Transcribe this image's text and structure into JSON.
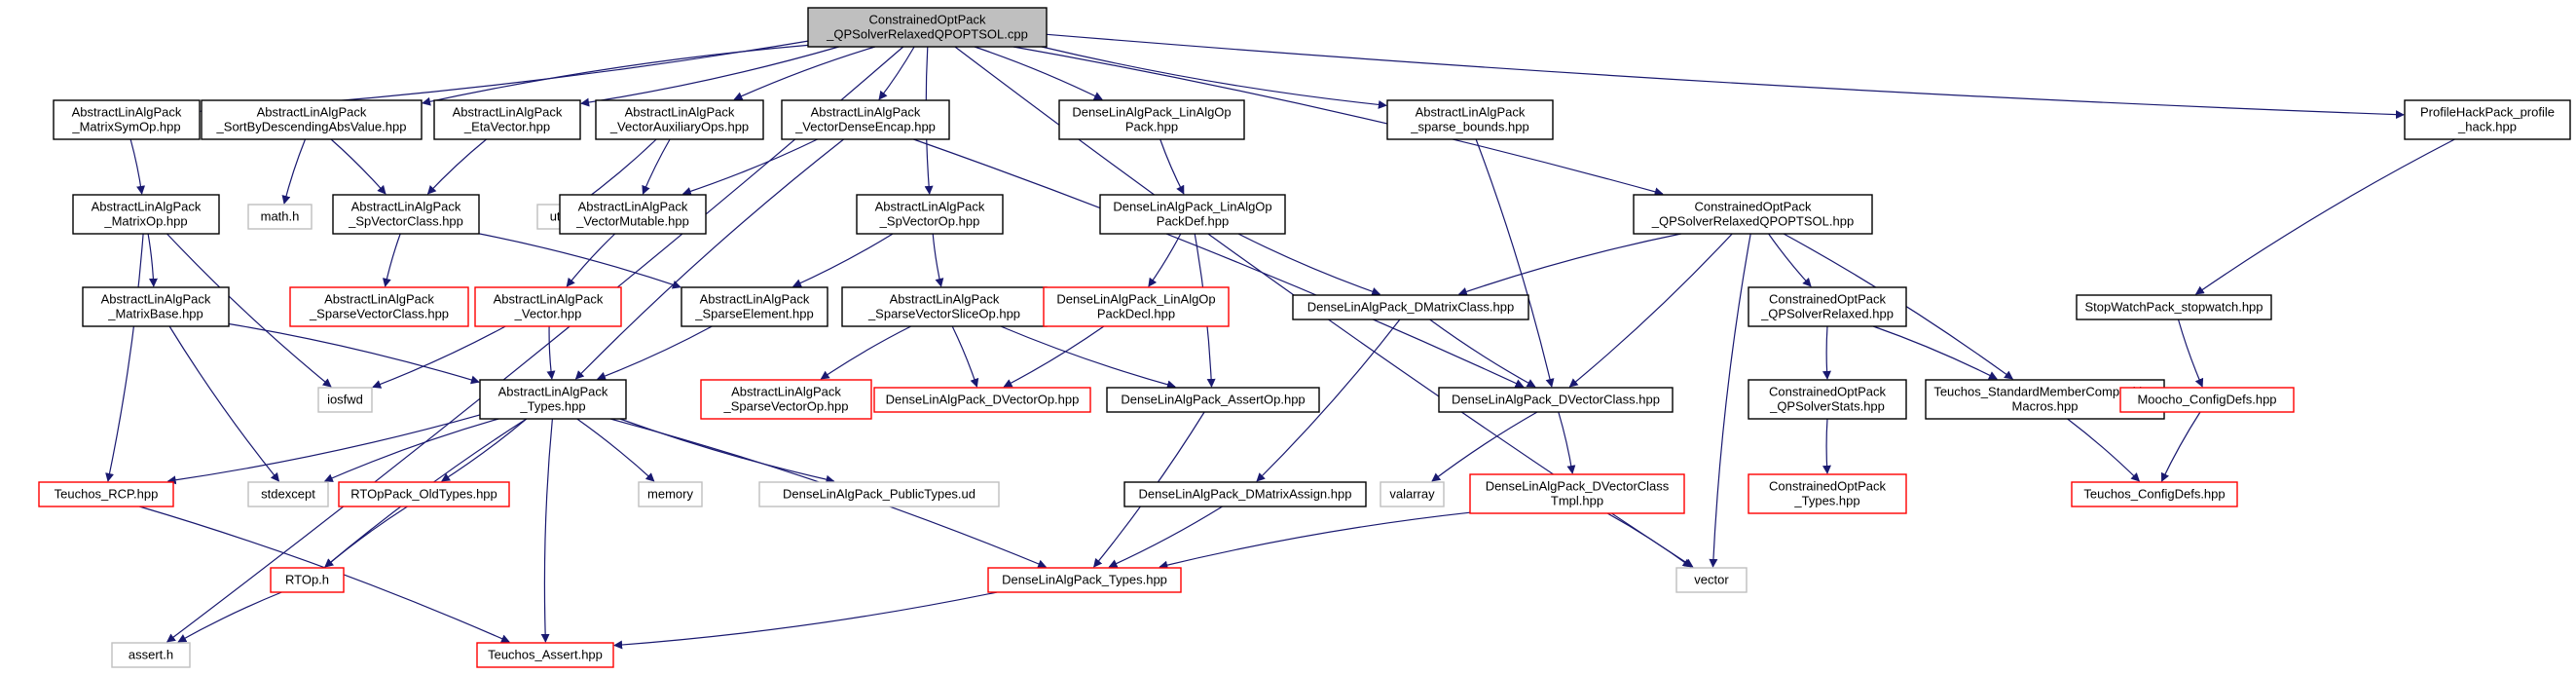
{
  "colors": {
    "edge": "#191970",
    "root_fill": "#bfbfbf",
    "root_border": "#000000",
    "normal_border": "#000000",
    "missing_border": "#ff0000",
    "system_border": "#bfbfbf"
  },
  "nodes": [
    {
      "id": "root",
      "kind": "root",
      "lines": [
        "ConstrainedOptPack",
        "_QPSolverRelaxedQPOPTSOL.cpp"
      ]
    },
    {
      "id": "matrixsymop",
      "kind": "normal",
      "lines": [
        "AbstractLinAlgPack",
        "_MatrixSymOp.hpp"
      ]
    },
    {
      "id": "sortbydesc",
      "kind": "normal",
      "lines": [
        "AbstractLinAlgPack",
        "_SortByDescendingAbsValue.hpp"
      ]
    },
    {
      "id": "etavector",
      "kind": "normal",
      "lines": [
        "AbstractLinAlgPack",
        "_EtaVector.hpp"
      ]
    },
    {
      "id": "vectorauxops",
      "kind": "normal",
      "lines": [
        "AbstractLinAlgPack",
        "_VectorAuxiliaryOps.hpp"
      ]
    },
    {
      "id": "vectordenseencap",
      "kind": "normal",
      "lines": [
        "AbstractLinAlgPack",
        "_VectorDenseEncap.hpp"
      ]
    },
    {
      "id": "denselinalgop",
      "kind": "normal",
      "lines": [
        "DenseLinAlgPack_LinAlgOp",
        "Pack.hpp"
      ]
    },
    {
      "id": "sparsebounds",
      "kind": "normal",
      "lines": [
        "AbstractLinAlgPack",
        "_sparse_bounds.hpp"
      ]
    },
    {
      "id": "profilehack",
      "kind": "normal",
      "lines": [
        "ProfileHackPack_profile",
        "_hack.hpp"
      ]
    },
    {
      "id": "matrixop",
      "kind": "normal",
      "lines": [
        "AbstractLinAlgPack",
        "_MatrixOp.hpp"
      ]
    },
    {
      "id": "mathh",
      "kind": "system",
      "lines": [
        "math.h"
      ]
    },
    {
      "id": "spvectorclass",
      "kind": "normal",
      "lines": [
        "AbstractLinAlgPack",
        "_SpVectorClass.hpp"
      ]
    },
    {
      "id": "utility",
      "kind": "system",
      "lines": [
        "utility"
      ]
    },
    {
      "id": "vectormutable",
      "kind": "normal",
      "lines": [
        "AbstractLinAlgPack",
        "_VectorMutable.hpp"
      ]
    },
    {
      "id": "spvectorop",
      "kind": "normal",
      "lines": [
        "AbstractLinAlgPack",
        "_SpVectorOp.hpp"
      ]
    },
    {
      "id": "linalgoppackdef",
      "kind": "normal",
      "lines": [
        "DenseLinAlgPack_LinAlgOp",
        "PackDef.hpp"
      ]
    },
    {
      "id": "qpsolverrelaxedqpoptsol",
      "kind": "normal",
      "lines": [
        "ConstrainedOptPack",
        "_QPSolverRelaxedQPOPTSOL.hpp"
      ]
    },
    {
      "id": "matrixbase",
      "kind": "normal",
      "lines": [
        "AbstractLinAlgPack",
        "_MatrixBase.hpp"
      ]
    },
    {
      "id": "sparsevectorclass",
      "kind": "missing",
      "lines": [
        "AbstractLinAlgPack",
        "_SparseVectorClass.hpp"
      ]
    },
    {
      "id": "vectorhpp",
      "kind": "missing",
      "lines": [
        "AbstractLinAlgPack",
        "_Vector.hpp"
      ]
    },
    {
      "id": "sparseelement",
      "kind": "normal",
      "lines": [
        "AbstractLinAlgPack",
        "_SparseElement.hpp"
      ]
    },
    {
      "id": "sparsevectorsliceop",
      "kind": "normal",
      "lines": [
        "AbstractLinAlgPack",
        "_SparseVectorSliceOp.hpp"
      ]
    },
    {
      "id": "linalgoppackdecl",
      "kind": "missing",
      "lines": [
        "DenseLinAlgPack_LinAlgOp",
        "PackDecl.hpp"
      ]
    },
    {
      "id": "dmatrixclass",
      "kind": "normal",
      "lines": [
        "DenseLinAlgPack_DMatrixClass.hpp"
      ]
    },
    {
      "id": "qpsolverrelaxed",
      "kind": "normal",
      "lines": [
        "ConstrainedOptPack",
        "_QPSolverRelaxed.hpp"
      ]
    },
    {
      "id": "stopwatch",
      "kind": "normal",
      "lines": [
        "StopWatchPack_stopwatch.hpp"
      ]
    },
    {
      "id": "iosfwd",
      "kind": "system",
      "lines": [
        "iosfwd"
      ]
    },
    {
      "id": "types",
      "kind": "normal",
      "lines": [
        "AbstractLinAlgPack",
        "_Types.hpp"
      ]
    },
    {
      "id": "sparsevectorop",
      "kind": "missing",
      "lines": [
        "AbstractLinAlgPack",
        "_SparseVectorOp.hpp"
      ]
    },
    {
      "id": "dvectorop",
      "kind": "missing",
      "lines": [
        "DenseLinAlgPack_DVectorOp.hpp"
      ]
    },
    {
      "id": "assertop",
      "kind": "normal",
      "lines": [
        "DenseLinAlgPack_AssertOp.hpp"
      ]
    },
    {
      "id": "dvectorclass",
      "kind": "normal",
      "lines": [
        "DenseLinAlgPack_DVectorClass.hpp"
      ]
    },
    {
      "id": "qpsolverstats",
      "kind": "normal",
      "lines": [
        "ConstrainedOptPack",
        "_QPSolverStats.hpp"
      ]
    },
    {
      "id": "standardmember",
      "kind": "normal",
      "lines": [
        "Teuchos_StandardMemberComposition",
        "Macros.hpp"
      ]
    },
    {
      "id": "moochoconfigdefs",
      "kind": "missing",
      "lines": [
        "Moocho_ConfigDefs.hpp"
      ]
    },
    {
      "id": "teuchosrcp",
      "kind": "missing",
      "lines": [
        "Teuchos_RCP.hpp"
      ]
    },
    {
      "id": "stdexcept",
      "kind": "system",
      "lines": [
        "stdexcept"
      ]
    },
    {
      "id": "rtopoldtypes",
      "kind": "missing",
      "lines": [
        "RTOpPack_OldTypes.hpp"
      ]
    },
    {
      "id": "memory",
      "kind": "system",
      "lines": [
        "memory"
      ]
    },
    {
      "id": "publictypes",
      "kind": "system",
      "lines": [
        "DenseLinAlgPack_PublicTypes.ud"
      ]
    },
    {
      "id": "valarray",
      "kind": "system",
      "lines": [
        "valarray"
      ]
    },
    {
      "id": "dmatrixassign",
      "kind": "normal",
      "lines": [
        "DenseLinAlgPack_DMatrixAssign.hpp"
      ]
    },
    {
      "id": "dvectorclasstmpl",
      "kind": "missing",
      "lines": [
        "DenseLinAlgPack_DVectorClass",
        "Tmpl.hpp"
      ]
    },
    {
      "id": "constrainedtypes",
      "kind": "missing",
      "lines": [
        "ConstrainedOptPack",
        "_Types.hpp"
      ]
    },
    {
      "id": "teuchosconfigdefs",
      "kind": "missing",
      "lines": [
        "Teuchos_ConfigDefs.hpp"
      ]
    },
    {
      "id": "rtoph",
      "kind": "missing",
      "lines": [
        "RTOp.h"
      ]
    },
    {
      "id": "denselinalgtypes",
      "kind": "missing",
      "lines": [
        "DenseLinAlgPack_Types.hpp"
      ]
    },
    {
      "id": "vector",
      "kind": "system",
      "lines": [
        "vector"
      ]
    },
    {
      "id": "asserth",
      "kind": "system",
      "lines": [
        "assert.h"
      ]
    },
    {
      "id": "teuchosassert",
      "kind": "missing",
      "lines": [
        "Teuchos_Assert.hpp"
      ]
    }
  ],
  "edges": [
    [
      "root",
      "matrixsymop"
    ],
    [
      "root",
      "sortbydesc"
    ],
    [
      "root",
      "etavector"
    ],
    [
      "root",
      "vectorauxops"
    ],
    [
      "root",
      "vectordenseencap"
    ],
    [
      "root",
      "spvectorop"
    ],
    [
      "root",
      "denselinalgop"
    ],
    [
      "root",
      "sparsebounds"
    ],
    [
      "root",
      "qpsolverrelaxedqpoptsol"
    ],
    [
      "root",
      "profilehack"
    ],
    [
      "root",
      "asserth"
    ],
    [
      "root",
      "vector"
    ],
    [
      "matrixsymop",
      "matrixop"
    ],
    [
      "sortbydesc",
      "mathh"
    ],
    [
      "sortbydesc",
      "spvectorclass"
    ],
    [
      "etavector",
      "spvectorclass"
    ],
    [
      "vectorauxops",
      "utility"
    ],
    [
      "vectorauxops",
      "vectormutable"
    ],
    [
      "vectordenseencap",
      "vectormutable"
    ],
    [
      "vectordenseencap",
      "types"
    ],
    [
      "vectordenseencap",
      "dvectorclass"
    ],
    [
      "denselinalgop",
      "linalgoppackdef"
    ],
    [
      "sparsebounds",
      "dvectorclass"
    ],
    [
      "profilehack",
      "stopwatch"
    ],
    [
      "matrixop",
      "matrixbase"
    ],
    [
      "matrixop",
      "iosfwd"
    ],
    [
      "matrixop",
      "teuchosrcp"
    ],
    [
      "spvectorclass",
      "sparsevectorclass"
    ],
    [
      "spvectorclass",
      "sparseelement"
    ],
    [
      "vectormutable",
      "vectorhpp"
    ],
    [
      "spvectorop",
      "sparseelement"
    ],
    [
      "spvectorop",
      "sparsevectorsliceop"
    ],
    [
      "linalgoppackdef",
      "linalgoppackdecl"
    ],
    [
      "linalgoppackdef",
      "dmatrixclass"
    ],
    [
      "linalgoppackdef",
      "assertop"
    ],
    [
      "qpsolverrelaxedqpoptsol",
      "dmatrixclass"
    ],
    [
      "qpsolverrelaxedqpoptsol",
      "dvectorclass"
    ],
    [
      "qpsolverrelaxedqpoptsol",
      "qpsolverrelaxed"
    ],
    [
      "qpsolverrelaxedqpoptsol",
      "standardmember"
    ],
    [
      "qpsolverrelaxedqpoptsol",
      "vector"
    ],
    [
      "matrixbase",
      "types"
    ],
    [
      "matrixbase",
      "stdexcept"
    ],
    [
      "vectorhpp",
      "iosfwd"
    ],
    [
      "vectorhpp",
      "types"
    ],
    [
      "sparseelement",
      "types"
    ],
    [
      "sparsevectorsliceop",
      "sparsevectorop"
    ],
    [
      "sparsevectorsliceop",
      "dvectorop"
    ],
    [
      "sparsevectorsliceop",
      "assertop"
    ],
    [
      "linalgoppackdecl",
      "dvectorop"
    ],
    [
      "dmatrixclass",
      "dvectorclass"
    ],
    [
      "dmatrixclass",
      "dmatrixassign"
    ],
    [
      "qpsolverrelaxed",
      "qpsolverstats"
    ],
    [
      "qpsolverrelaxed",
      "standardmember"
    ],
    [
      "stopwatch",
      "moochoconfigdefs"
    ],
    [
      "types",
      "teuchosrcp"
    ],
    [
      "types",
      "stdexcept"
    ],
    [
      "types",
      "rtopoldtypes"
    ],
    [
      "types",
      "rtoph"
    ],
    [
      "types",
      "memory"
    ],
    [
      "types",
      "publictypes"
    ],
    [
      "types",
      "denselinalgtypes"
    ],
    [
      "types",
      "teuchosassert"
    ],
    [
      "assertop",
      "denselinalgtypes"
    ],
    [
      "dvectorclass",
      "valarray"
    ],
    [
      "dvectorclass",
      "dvectorclasstmpl"
    ],
    [
      "qpsolverstats",
      "constrainedtypes"
    ],
    [
      "standardmember",
      "teuchosconfigdefs"
    ],
    [
      "moochoconfigdefs",
      "teuchosconfigdefs"
    ],
    [
      "teuchosrcp",
      "teuchosassert"
    ],
    [
      "rtopoldtypes",
      "rtoph"
    ],
    [
      "dmatrixassign",
      "denselinalgtypes"
    ],
    [
      "dvectorclasstmpl",
      "denselinalgtypes"
    ],
    [
      "dvectorclasstmpl",
      "vector"
    ],
    [
      "rtoph",
      "asserth"
    ],
    [
      "denselinalgtypes",
      "teuchosassert"
    ]
  ]
}
